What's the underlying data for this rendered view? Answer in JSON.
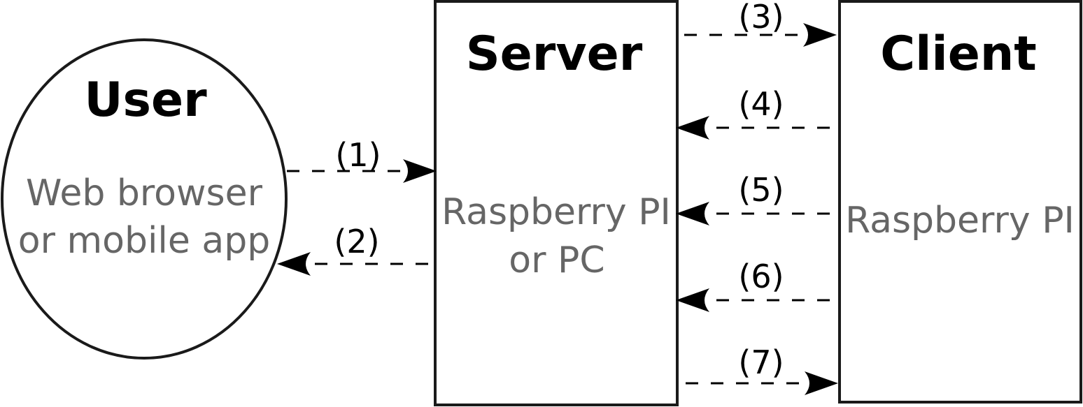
{
  "nodes": {
    "user": {
      "title": "User",
      "line1": "Web browser",
      "line2": "or mobile app"
    },
    "server": {
      "title": "Server",
      "line1": "Raspberry PI",
      "line2": "or PC"
    },
    "client": {
      "title": "Client",
      "line1": "Raspberry PI"
    }
  },
  "arrows": [
    {
      "label": "(1)",
      "from": "User",
      "to": "Server"
    },
    {
      "label": "(2)",
      "from": "Server",
      "to": "User"
    },
    {
      "label": "(3)",
      "from": "Server",
      "to": "Client"
    },
    {
      "label": "(4)",
      "from": "Client",
      "to": "Server"
    },
    {
      "label": "(5)",
      "from": "Client",
      "to": "Server"
    },
    {
      "label": "(6)",
      "from": "Client",
      "to": "Server"
    },
    {
      "label": "(7)",
      "from": "Server",
      "to": "Client"
    }
  ],
  "colors": {
    "stroke": "#000000",
    "subtitle": "#666666"
  }
}
